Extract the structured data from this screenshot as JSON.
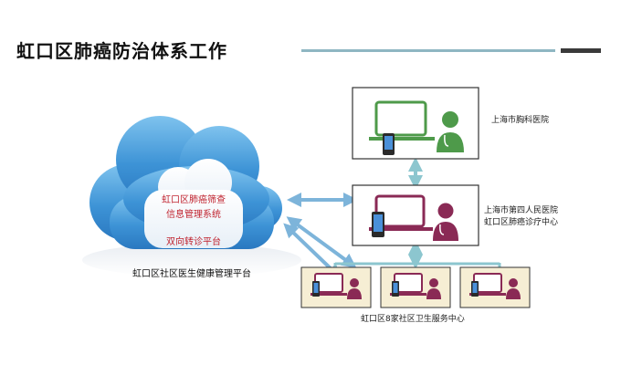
{
  "title": "虹口区肺癌防治体系工作",
  "cloud": {
    "line1": "虹口区肺癌筛查",
    "line2": "信息管理系统",
    "line3": "双向转诊平台",
    "caption": "虹口区社区医生健康管理平台"
  },
  "nodes": {
    "top": {
      "label": "上海市胸科医院",
      "color": "#4e9a4a"
    },
    "middle": {
      "label_line1": "上海市第四人民医院",
      "label_line2": "虹口区肺癌诊疗中心",
      "color": "#8a2a55"
    },
    "bottom": {
      "label": "虹口区8家社区卫生服务中心",
      "color": "#8a2a55"
    }
  },
  "colors": {
    "cloud": "#4fa3dc",
    "arrow": "#7db4da",
    "connector": "#8cc6cf"
  }
}
